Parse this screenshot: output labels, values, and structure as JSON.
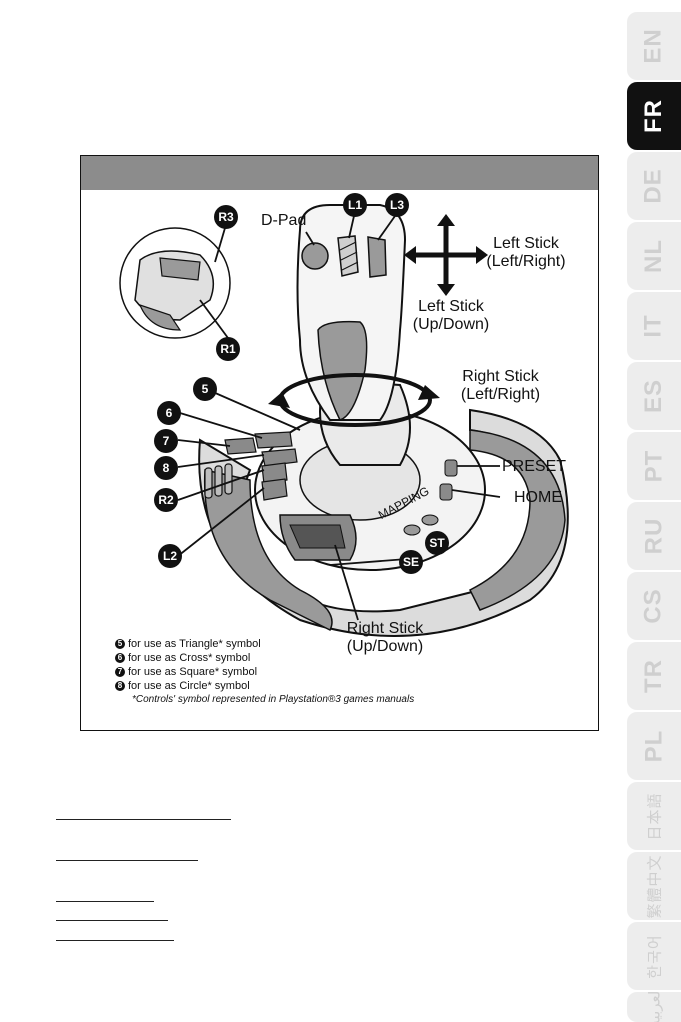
{
  "languages": [
    {
      "code": "EN",
      "active": false
    },
    {
      "code": "FR",
      "active": true
    },
    {
      "code": "DE",
      "active": false
    },
    {
      "code": "NL",
      "active": false
    },
    {
      "code": "IT",
      "active": false
    },
    {
      "code": "ES",
      "active": false
    },
    {
      "code": "PT",
      "active": false
    },
    {
      "code": "RU",
      "active": false
    },
    {
      "code": "CS",
      "active": false
    },
    {
      "code": "TR",
      "active": false
    },
    {
      "code": "PL",
      "active": false
    },
    {
      "code": "日本語",
      "active": false
    },
    {
      "code": "繁體中文",
      "active": false
    },
    {
      "code": "한국어",
      "active": false
    },
    {
      "code": "العربية",
      "active": false
    }
  ],
  "diagram": {
    "labels": {
      "dpad": "D-Pad",
      "left_stick_lr_1": "Left Stick",
      "left_stick_lr_2": "(Left/Right)",
      "left_stick_ud_1": "Left Stick",
      "left_stick_ud_2": "(Up/Down)",
      "right_stick_lr_1": "Right Stick",
      "right_stick_lr_2": "(Left/Right)",
      "right_stick_ud_1": "Right Stick",
      "right_stick_ud_2": "(Up/Down)",
      "preset": "PRESET",
      "home": "HOME",
      "mapping": "MAPPING"
    },
    "badges": {
      "l1": "L1",
      "l3": "L3",
      "r3": "R3",
      "r1": "R1",
      "b5": "5",
      "b6": "6",
      "b7": "7",
      "b8": "8",
      "r2": "R2",
      "l2": "L2",
      "se": "SE",
      "st": "ST"
    },
    "legend": [
      {
        "num": "5",
        "text": "for use as Triangle* symbol"
      },
      {
        "num": "6",
        "text": "for use as Cross* symbol"
      },
      {
        "num": "7",
        "text": "for use as Square* symbol"
      },
      {
        "num": "8",
        "text": "for use as Circle* symbol"
      }
    ],
    "legend_note": "*Controls' symbol represented in Playstation®3 games manuals"
  },
  "colors": {
    "active_tab": "#111111",
    "inactive_tab": "#ededed",
    "header_bar": "#8c8c8c"
  }
}
